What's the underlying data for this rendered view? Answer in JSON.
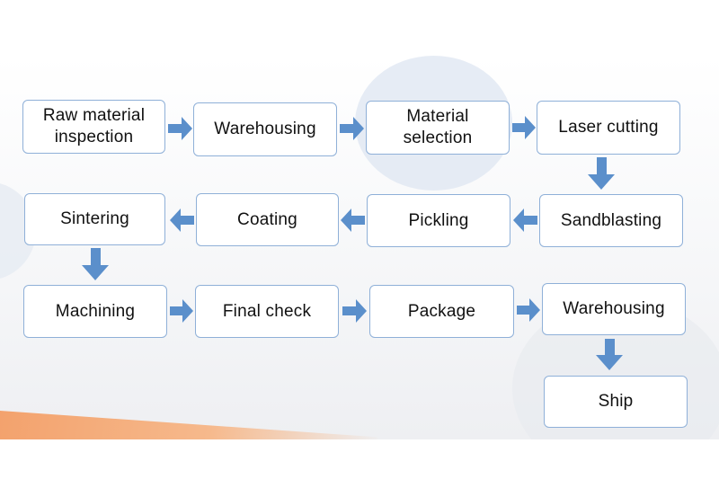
{
  "steps": [
    {
      "id": "raw-material-inspection",
      "label": "Raw material\ninspection"
    },
    {
      "id": "warehousing-1",
      "label": "Warehousing"
    },
    {
      "id": "material-selection",
      "label": "Material\nselection"
    },
    {
      "id": "laser-cutting",
      "label": "Laser cutting"
    },
    {
      "id": "sandblasting",
      "label": "Sandblasting"
    },
    {
      "id": "pickling",
      "label": "Pickling"
    },
    {
      "id": "coating",
      "label": "Coating"
    },
    {
      "id": "sintering",
      "label": "Sintering"
    },
    {
      "id": "machining",
      "label": "Machining"
    },
    {
      "id": "final-check",
      "label": "Final check"
    },
    {
      "id": "package",
      "label": "Package"
    },
    {
      "id": "warehousing-2",
      "label": "Warehousing"
    },
    {
      "id": "ship",
      "label": "Ship"
    }
  ],
  "colors": {
    "arrow": "#5b8fcb",
    "box_border": "#8fb0d8",
    "text": "#111111"
  }
}
